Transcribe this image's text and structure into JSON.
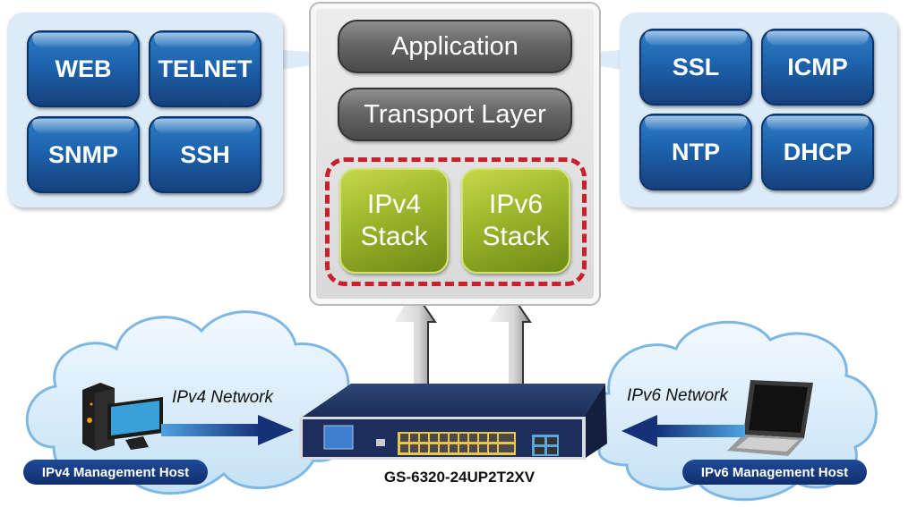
{
  "left_protocols": {
    "items": [
      {
        "label": "WEB"
      },
      {
        "label": "TELNET"
      },
      {
        "label": "SNMP"
      },
      {
        "label": "SSH"
      }
    ]
  },
  "right_protocols": {
    "items": [
      {
        "label": "SSL"
      },
      {
        "label": "ICMP"
      },
      {
        "label": "NTP"
      },
      {
        "label": "DHCP"
      }
    ]
  },
  "stack": {
    "application_label": "Application",
    "transport_label": "Transport Layer",
    "ipv4": {
      "line1": "IPv4",
      "line2": "Stack"
    },
    "ipv6": {
      "line1": "IPv6",
      "line2": "Stack"
    }
  },
  "networks": {
    "ipv4": {
      "network_label": "IPv4 Network",
      "host_label": "IPv4 Management Host"
    },
    "ipv6": {
      "network_label": "IPv6 Network",
      "host_label": "IPv6 Management Host"
    }
  },
  "device": {
    "model": "GS-6320-24UP2T2XV"
  },
  "colors": {
    "protocol_blue": "#1d63ad",
    "stack_green": "#9cb52a",
    "dashed_red": "#c8202c",
    "layer_gray": "#666666",
    "host_label_navy": "#1f4b98",
    "cloud_fill": "#d6ebf8",
    "cloud_stroke": "#7fb7e3"
  }
}
